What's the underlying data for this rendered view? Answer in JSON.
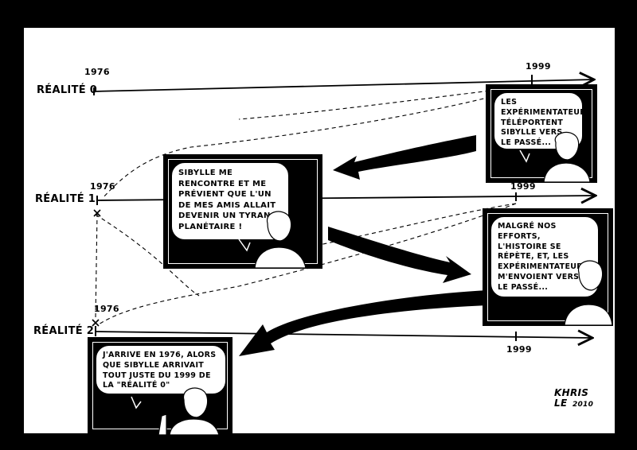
{
  "timelines": [
    {
      "label": "Réalité 0",
      "start_year": "1976",
      "end_year": "1999"
    },
    {
      "label": "Réalité 1",
      "start_year": "1976",
      "end_year": "1999"
    },
    {
      "label": "Réalité 2",
      "start_year": "1976",
      "end_year": "1999"
    }
  ],
  "panels": [
    {
      "text": "Les expérimentateurs téléportent Sibylle vers le passé..."
    },
    {
      "text": "Sibylle me rencontre et me prévient que l'un de mes amis allait devenir un tyran planétaire !"
    },
    {
      "text": "Malgré nos efforts, l'histoire se répète, et, les expérimentateurs m'envoient vers le passé..."
    },
    {
      "text": "J'arrive en 1976, alors que Sibylle arrivait tout juste du 1999 de la \"réalité 0\""
    }
  ],
  "signature": {
    "name_line1": "Khris",
    "name_line2": "LE",
    "year": "2010"
  }
}
